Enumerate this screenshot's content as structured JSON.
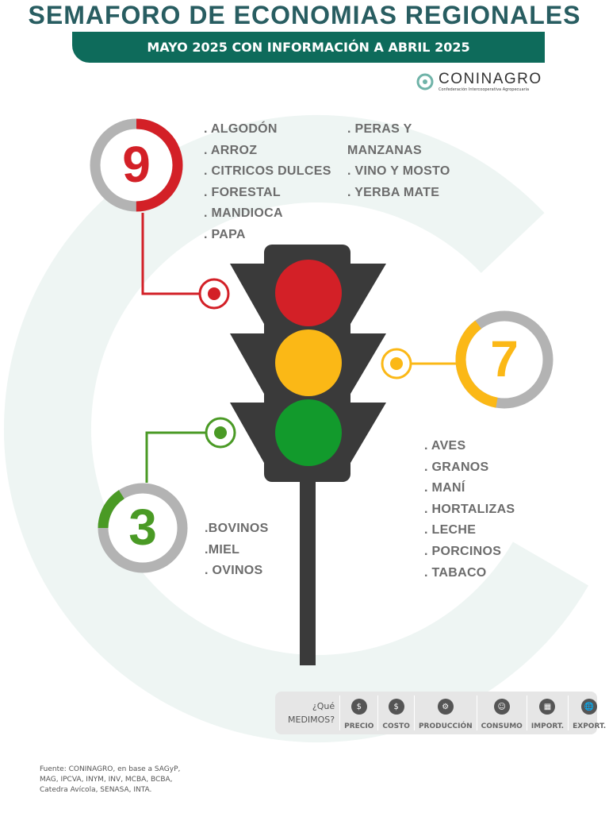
{
  "title": "SEMAFORO DE ECONOMIAS REGIONALES",
  "subtitle": "MAYO 2025 CON INFORMACIÓN A ABRIL 2025",
  "logo": {
    "name": "CONINAGRO",
    "tagline": "Confederación Intercooperativa Agropecuaria"
  },
  "colors": {
    "red": "#d32027",
    "yellow": "#fbb816",
    "green": "#4a9a25",
    "dark": "#3a3a3a",
    "teal": "#0e6b5b"
  },
  "red": {
    "count": "9",
    "fraction": 0.5,
    "col1": [
      ". ALGODÓN",
      ". ARROZ",
      ". CITRICOS DULCES",
      ". FORESTAL",
      ". MANDIOCA",
      ". PAPA"
    ],
    "col2": [
      ".  PERAS Y",
      "MANZANAS",
      ". VINO Y MOSTO",
      ". YERBA MATE"
    ]
  },
  "yellow": {
    "count": "7",
    "fraction": 0.37,
    "items": [
      ". AVES",
      ". GRANOS",
      ". MANÍ",
      ". HORTALIZAS",
      ". LECHE",
      ". PORCINOS",
      ". TABACO"
    ]
  },
  "green": {
    "count": "3",
    "fraction": 0.16,
    "items": [
      ".BOVINOS",
      ".MIEL",
      ". OVINOS"
    ]
  },
  "measure": {
    "question": [
      "¿Qué",
      "MEDIMOS?"
    ],
    "items": [
      {
        "label": "PRECIO",
        "icon": "$"
      },
      {
        "label": "COSTO",
        "icon": "$"
      },
      {
        "label": "PRODUCCIÓN",
        "icon": "⚙"
      },
      {
        "label": "CONSUMO",
        "icon": "☺"
      },
      {
        "label": "IMPORT.",
        "icon": "▦"
      },
      {
        "label": "EXPORT.",
        "icon": "🌐"
      }
    ]
  },
  "source": "Fuente: CONINAGRO, en base a SAGyP, MAG, IPCVA, INYM, INV, MCBA, BCBA, Catedra Avícola, SENASA, INTA."
}
